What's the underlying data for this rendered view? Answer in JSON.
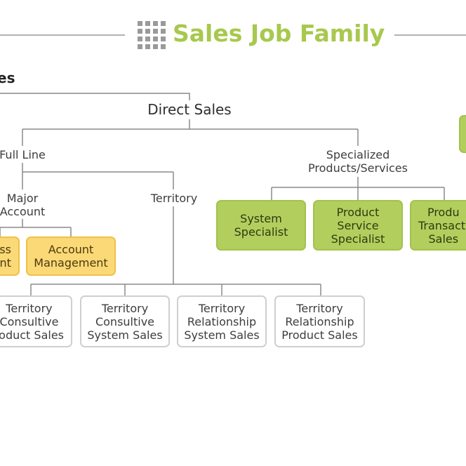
{
  "header": {
    "title": "Sales Job Family",
    "logo_icon": "grid-squares-icon"
  },
  "section_label": "es",
  "nodes": {
    "direct_sales": "Direct Sales",
    "full_line": "Full Line",
    "specialized": "Specialized\nProducts/Services",
    "major_account": "Major\nAccount",
    "territory": "Territory"
  },
  "boxes": {
    "business_dev": "ess\nent",
    "account_mgmt": "Account\nManagement",
    "system_specialist": "System\nSpecialist",
    "product_service_specialist": "Product\nService\nSpecialist",
    "product_transaction_sales": "Produ\nTransacti\nSales",
    "territory_consultive_product": "Territory\nConsultive\nroduct Sales",
    "territory_consultive_system": "Territory\nConsultive\nSystem Sales",
    "territory_relationship_system": "Territory\nRelationship\nSystem Sales",
    "territory_relationship_product": "Territory\nRelationship\nProduct Sales"
  },
  "colors": {
    "title": "#a8c84e",
    "green_box": "#b2cf5e",
    "yellow_box": "#fbd976",
    "line": "#8a8a8a",
    "rule": "#999999"
  }
}
